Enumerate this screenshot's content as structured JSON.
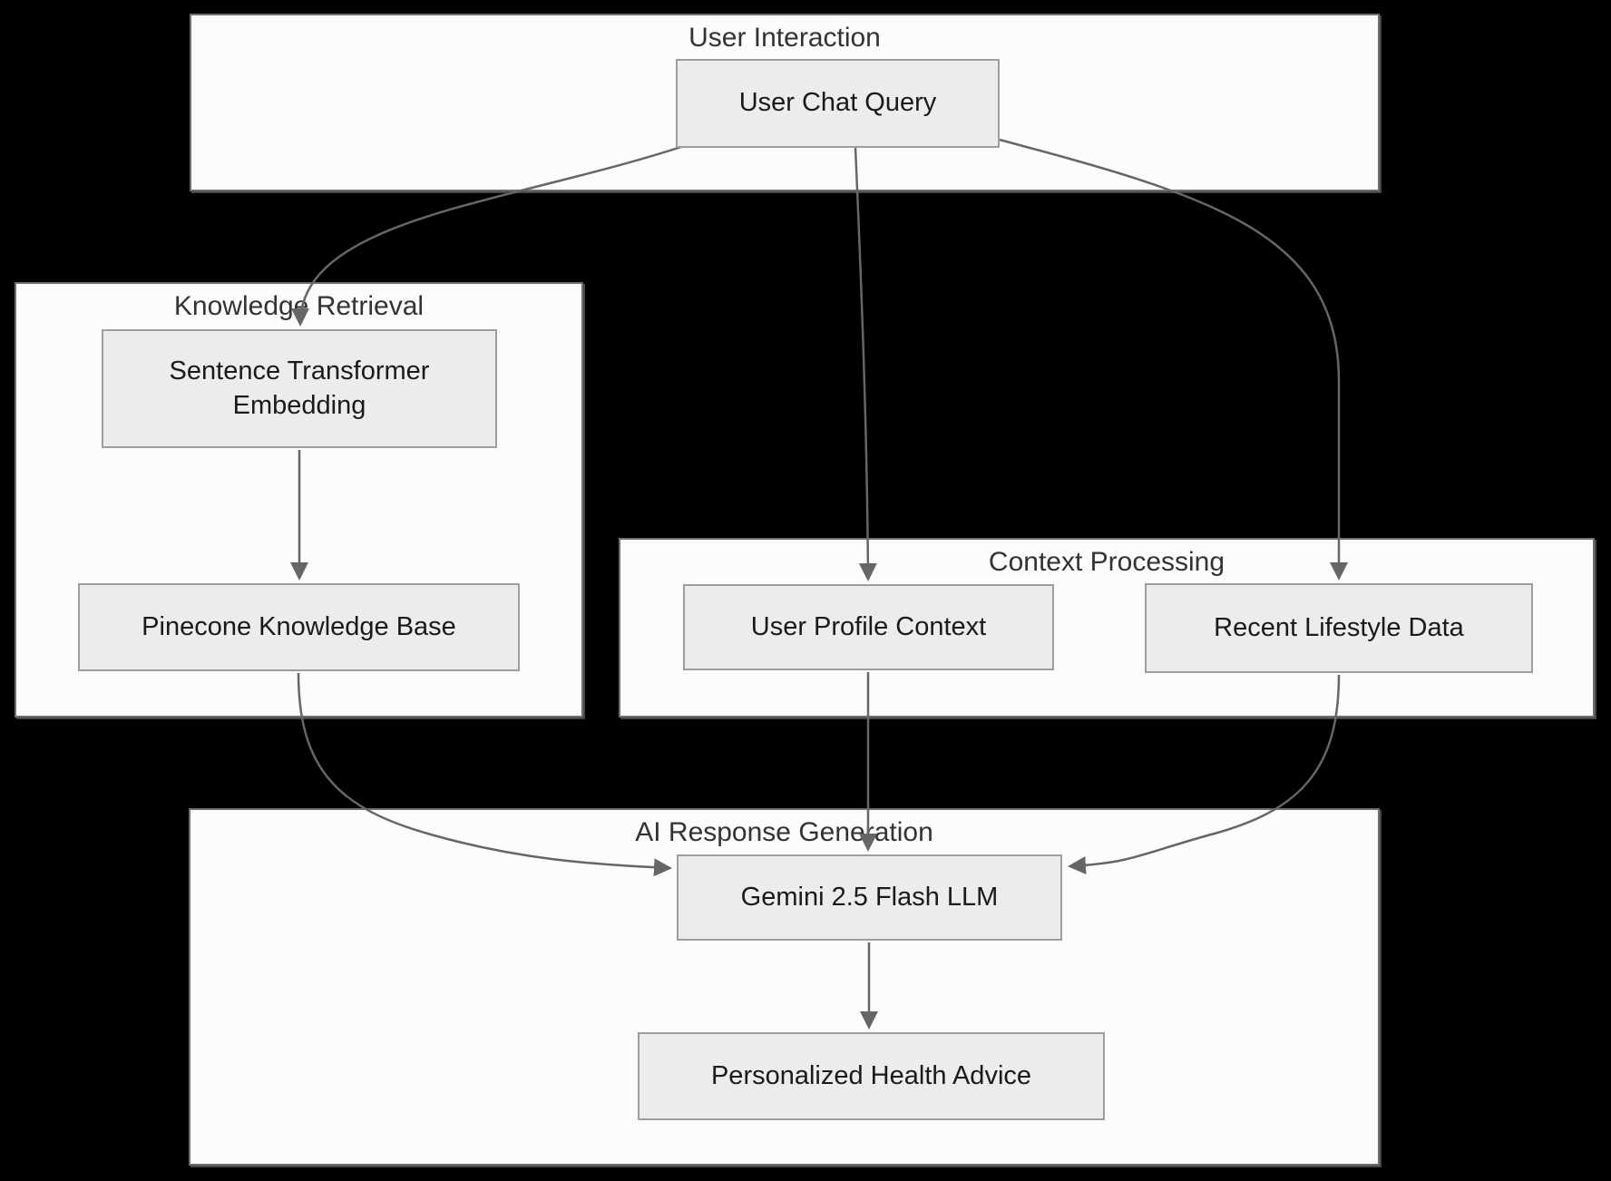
{
  "colors": {
    "background": "#000000",
    "group_fill": "#fcfcfc",
    "group_border": "#6f6f6f",
    "group_title_text": "#333333",
    "node_fill": "#ececec",
    "node_border": "#9e9e9e",
    "node_text": "#1a1a1a",
    "edge": "#666666"
  },
  "diagram": {
    "groups": {
      "user_interaction": {
        "label": "User Interaction"
      },
      "knowledge_retrieval": {
        "label": "Knowledge Retrieval"
      },
      "context_processing": {
        "label": "Context Processing"
      },
      "ai_response_generation": {
        "label": "AI Response Generation"
      }
    },
    "nodes": {
      "user_chat_query": {
        "label": "User Chat Query",
        "group": "User Interaction"
      },
      "sentence_transformer_embedding": {
        "label": "Sentence Transformer Embedding",
        "group": "Knowledge Retrieval"
      },
      "pinecone_knowledge_base": {
        "label": "Pinecone Knowledge Base",
        "group": "Knowledge Retrieval"
      },
      "user_profile_context": {
        "label": "User Profile Context",
        "group": "Context Processing"
      },
      "recent_lifestyle_data": {
        "label": "Recent Lifestyle Data",
        "group": "Context Processing"
      },
      "gemini_2_5_flash_llm": {
        "label": "Gemini 2.5 Flash LLM",
        "group": "AI Response Generation"
      },
      "personalized_health_advice": {
        "label": "Personalized Health Advice",
        "group": "AI Response Generation"
      }
    },
    "edges": [
      {
        "from": "User Chat Query",
        "to": "Sentence Transformer Embedding"
      },
      {
        "from": "User Chat Query",
        "to": "User Profile Context"
      },
      {
        "from": "User Chat Query",
        "to": "Recent Lifestyle Data"
      },
      {
        "from": "Sentence Transformer Embedding",
        "to": "Pinecone Knowledge Base"
      },
      {
        "from": "Pinecone Knowledge Base",
        "to": "Gemini 2.5 Flash LLM"
      },
      {
        "from": "User Profile Context",
        "to": "Gemini 2.5 Flash LLM"
      },
      {
        "from": "Recent Lifestyle Data",
        "to": "Gemini 2.5 Flash LLM"
      },
      {
        "from": "Gemini 2.5 Flash LLM",
        "to": "Personalized Health Advice"
      }
    ]
  }
}
